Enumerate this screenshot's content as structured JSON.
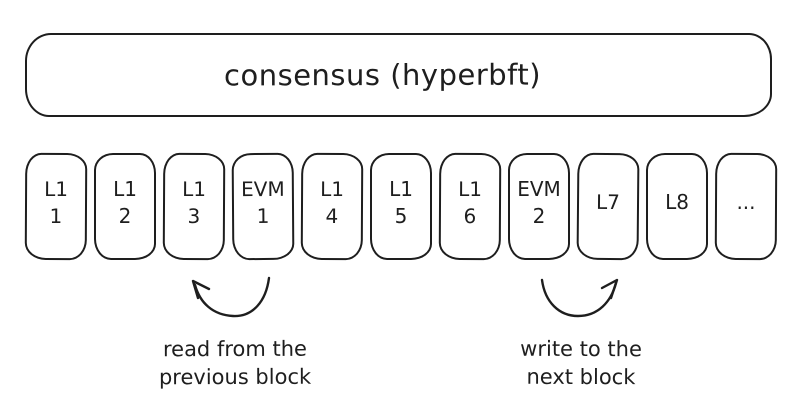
{
  "colors": {
    "ink": "#1e1e1e",
    "background": "#ffffff"
  },
  "consensus": {
    "label": "consensus (hyperbft)"
  },
  "blocks": [
    {
      "line1": "L1",
      "line2": "1"
    },
    {
      "line1": "L1",
      "line2": "2"
    },
    {
      "line1": "L1",
      "line2": "3"
    },
    {
      "line1": "EVM",
      "line2": "1"
    },
    {
      "line1": "L1",
      "line2": "4"
    },
    {
      "line1": "L1",
      "line2": "5"
    },
    {
      "line1": "L1",
      "line2": "6"
    },
    {
      "line1": "EVM",
      "line2": "2"
    },
    {
      "line1": "L7"
    },
    {
      "line1": "L8"
    },
    {
      "line1": "..."
    }
  ],
  "annotations": {
    "read": {
      "line1": "read from the",
      "line2": "previous block"
    },
    "write": {
      "line1": "write to the",
      "line2": "next block"
    }
  }
}
